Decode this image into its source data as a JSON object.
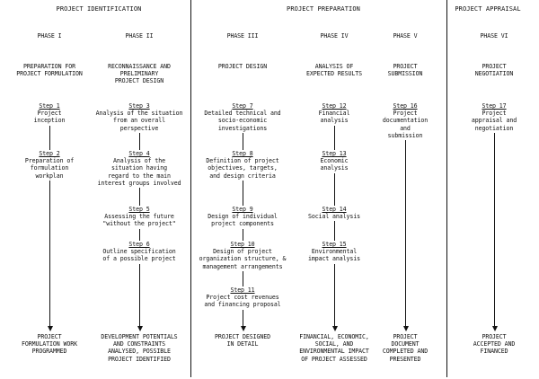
{
  "sections": {
    "identification": "PROJECT IDENTIFICATION",
    "preparation": "PROJECT PREPARATION",
    "appraisal": "PROJECT APPRAISAL"
  },
  "phases": [
    {
      "label": "PHASE I",
      "title": "PREPARATION FOR\nPROJECT FORMULATION",
      "outcome": "PROJECT\nFORMULATION WORK\nPROGRAMMED",
      "steps": [
        {
          "num": "Step 1",
          "text": "Project\ninception"
        },
        {
          "num": "Step 2",
          "text": "Preparation of\nformulation\nworkplan"
        }
      ]
    },
    {
      "label": "PHASE II",
      "title": "RECONNAISSANCE AND\nPRELIMINARY\nPROJECT DESIGN",
      "outcome": "DEVELOPMENT POTENTIALS\nAND CONSTRAINTS\nANALYSED, POSSIBLE\nPROJECT IDENTIFIED",
      "steps": [
        {
          "num": "Step 3",
          "text": "Analysis of the situation\nfrom an overall\nperspective"
        },
        {
          "num": "Step 4",
          "text": "Analysis of the\nsituation having\nregard to the main\ninterest groups involved"
        },
        {
          "num": "Step 5",
          "text": "Assessing the future\n\"without the project\""
        },
        {
          "num": "Step 6",
          "text": "Outline specification\nof a possible project"
        }
      ]
    },
    {
      "label": "PHASE III",
      "title": "PROJECT DESIGN",
      "outcome": "PROJECT DESIGNED\nIN DETAIL",
      "steps": [
        {
          "num": "Step 7",
          "text": "Detailed technical and\nsocio-economic\ninvestigations"
        },
        {
          "num": "Step 8",
          "text": "Definition of project\nobjectives, targets,\nand design criteria"
        },
        {
          "num": "Step 9",
          "text": "Design of individual\nproject components"
        },
        {
          "num": "Step 10",
          "text": "Design of project\norganization structure, &\nmanagement arrangements"
        },
        {
          "num": "Step 11",
          "text": "Project cost revenues\nand financing proposal"
        }
      ]
    },
    {
      "label": "PHASE IV",
      "title": "ANALYSIS OF\nEXPECTED RESULTS",
      "outcome": "FINANCIAL, ECONOMIC,\nSOCIAL, AND\nENVIRONMENTAL IMPACT\nOF PROJECT ASSESSED",
      "steps": [
        {
          "num": "Step 12",
          "text": "Financial\nanalysis"
        },
        {
          "num": "Step 13",
          "text": "Economic\nanalysis"
        },
        {
          "num": "Step 14",
          "text": "Social analysis"
        },
        {
          "num": "Step 15",
          "text": "Environmental\nimpact analysis"
        }
      ]
    },
    {
      "label": "PHASE V",
      "title": "PROJECT\nSUBMISSION",
      "outcome": "PROJECT\nDOCUMENT\nCOMPLETED AND\nPRESENTED",
      "steps": [
        {
          "num": "Step 16",
          "text": "Project\ndocumentation\nand\nsubmission"
        }
      ]
    },
    {
      "label": "PHASE VI",
      "title": "PROJECT\nNEGOTIATION",
      "outcome": "PROJECT\nACCEPTED AND\nFINANCED",
      "steps": [
        {
          "num": "Step 17",
          "text": "Project\nappraisal and\nnegotiation"
        }
      ]
    }
  ]
}
